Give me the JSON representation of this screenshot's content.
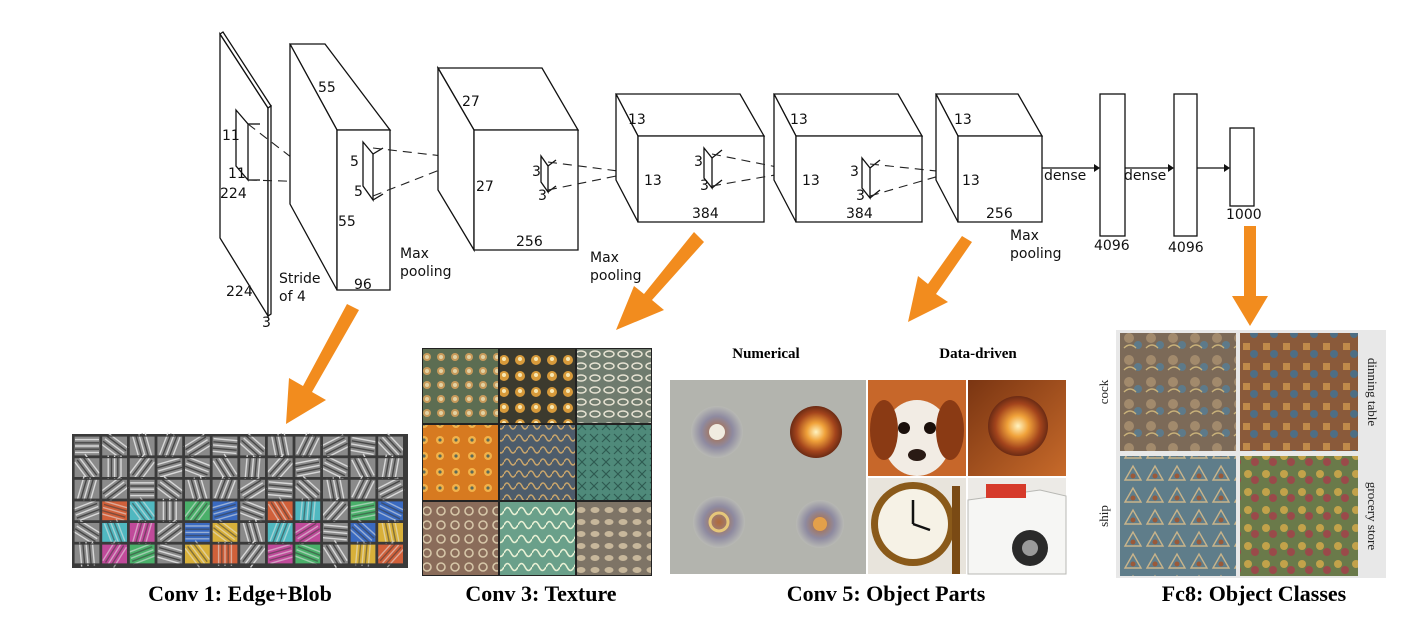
{
  "network": {
    "input": {
      "width": "224",
      "height": "224",
      "depth": "3",
      "kernel_a": "11",
      "kernel_b": "11"
    },
    "conv1": {
      "side": "55",
      "height": "55",
      "depth": "96",
      "kernel_a": "5",
      "kernel_b": "5",
      "stride_line1": "Stride",
      "stride_line2": "of 4"
    },
    "pool1": {
      "line1": "Max",
      "line2": "pooling"
    },
    "conv2": {
      "side": "27",
      "height": "27",
      "depth": "256",
      "kernel_a": "3",
      "kernel_b": "3"
    },
    "pool2": {
      "line1": "Max",
      "line2": "pooling"
    },
    "conv3": {
      "side": "13",
      "height": "13",
      "depth": "384",
      "kernel_a": "3",
      "kernel_b": "3"
    },
    "conv4": {
      "side": "13",
      "height": "13",
      "depth": "384",
      "kernel_a": "3",
      "kernel_b": "3"
    },
    "conv5": {
      "side": "13",
      "height": "13",
      "depth": "256"
    },
    "pool3": {
      "line1": "Max",
      "line2": "pooling"
    },
    "dense1_label": "dense",
    "dense2_label": "dense",
    "fc6": "4096",
    "fc7": "4096",
    "fc8": "1000"
  },
  "panels": {
    "conv1": {
      "caption": "Conv 1: Edge+Blob"
    },
    "conv3": {
      "caption": "Conv 3: Texture"
    },
    "conv5": {
      "caption": "Conv 5: Object Parts",
      "header_left": "Numerical",
      "header_right": "Data-driven"
    },
    "fc8": {
      "caption": "Fc8: Object Classes",
      "classes": [
        "cock",
        "dinning table",
        "ship",
        "grocery store"
      ]
    }
  },
  "colors": {
    "arrow": "#f28c1e",
    "filter_gray": "#8a8a8a",
    "texture_orange": "#d9822b",
    "texture_teal": "#4f8a7a"
  }
}
